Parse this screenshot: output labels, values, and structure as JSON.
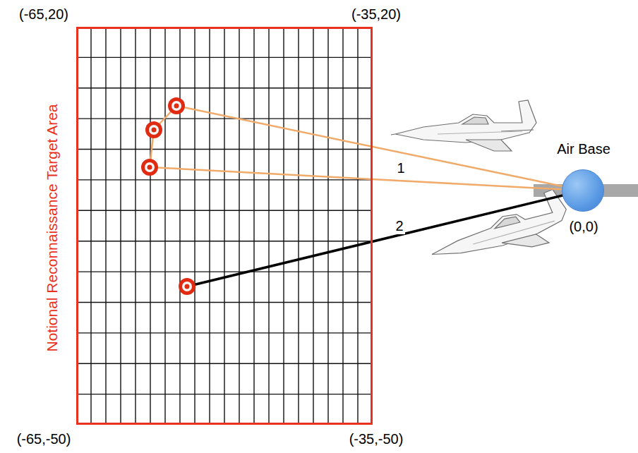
{
  "diagram": {
    "nodes": [
      {
        "text": [
          "Notional Reconnaissance Target Area"
        ]
      },
      {
        "text": [
          "Air Base",
          "(0,0)"
        ]
      }
    ],
    "labels": [
      "(-65,20)",
      "(-35,20)",
      "(-65,-50)",
      "(-35,-50)",
      "1",
      "2"
    ]
  }
}
